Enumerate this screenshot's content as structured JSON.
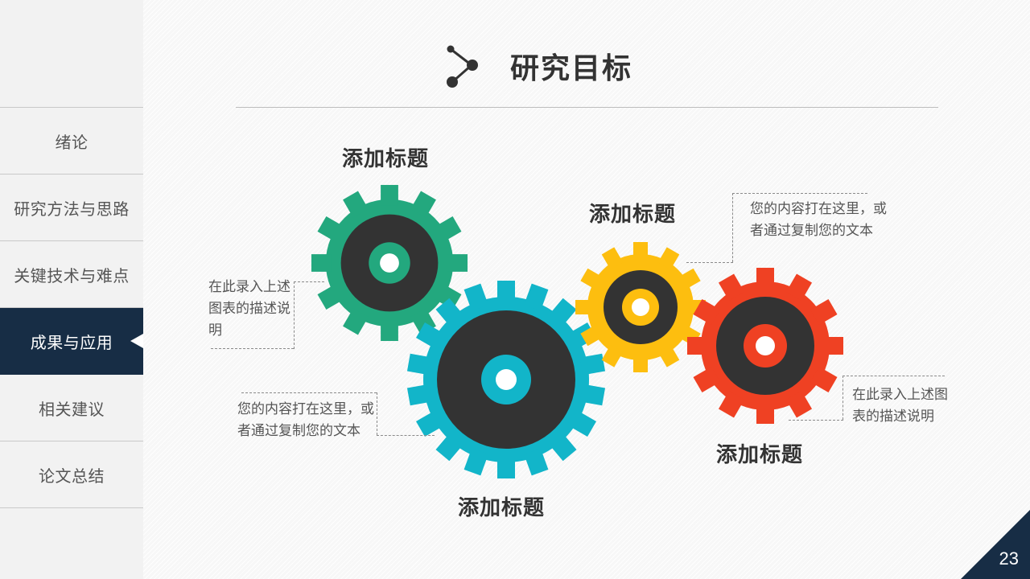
{
  "sidebar": {
    "items": [
      {
        "label": "绪论",
        "active": false
      },
      {
        "label": "研究方法与思路",
        "active": false
      },
      {
        "label": "关键技术与难点",
        "active": false
      },
      {
        "label": "成果与应用",
        "active": true
      },
      {
        "label": "相关建议",
        "active": false
      },
      {
        "label": "论文总结",
        "active": false
      }
    ]
  },
  "header": {
    "icon": "share-nodes-icon",
    "title": "研究目标"
  },
  "gears": [
    {
      "name": "green",
      "color": "#23a87e",
      "label": "添加标题"
    },
    {
      "name": "blue",
      "color": "#12b5c9",
      "label": "添加标题"
    },
    {
      "name": "yellow",
      "color": "#fdbe0f",
      "label": "添加标题"
    },
    {
      "name": "red",
      "color": "#ef4123",
      "label": "添加标题"
    }
  ],
  "descriptions": {
    "left_top": "在此录入上述图表的描述说明",
    "left_bottom": "您的内容打在这里，或者通过复制您的文本",
    "right_top": "您的内容打在这里，或者通过复制您的文本",
    "right_bottom": "在此录入上述图表的描述说明"
  },
  "colors": {
    "navy": "#172d45",
    "dark_core": "#333333"
  },
  "footer": {
    "page_number": "23"
  }
}
